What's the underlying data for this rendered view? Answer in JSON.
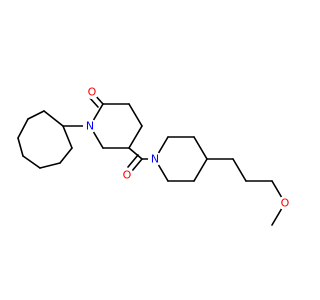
{
  "molecule": {
    "colors": {
      "bond": "#000000",
      "carbon": "#000000",
      "oxygen": "#ff0000",
      "nitrogen": "#0000ff",
      "background": "#ffffff"
    },
    "atom_labels": {
      "ring_ketone_oxygen": "O",
      "lactam_nitrogen": "N",
      "amide_oxygen": "O",
      "piperidine_nitrogen": "N",
      "ether_oxygen": "O"
    }
  }
}
